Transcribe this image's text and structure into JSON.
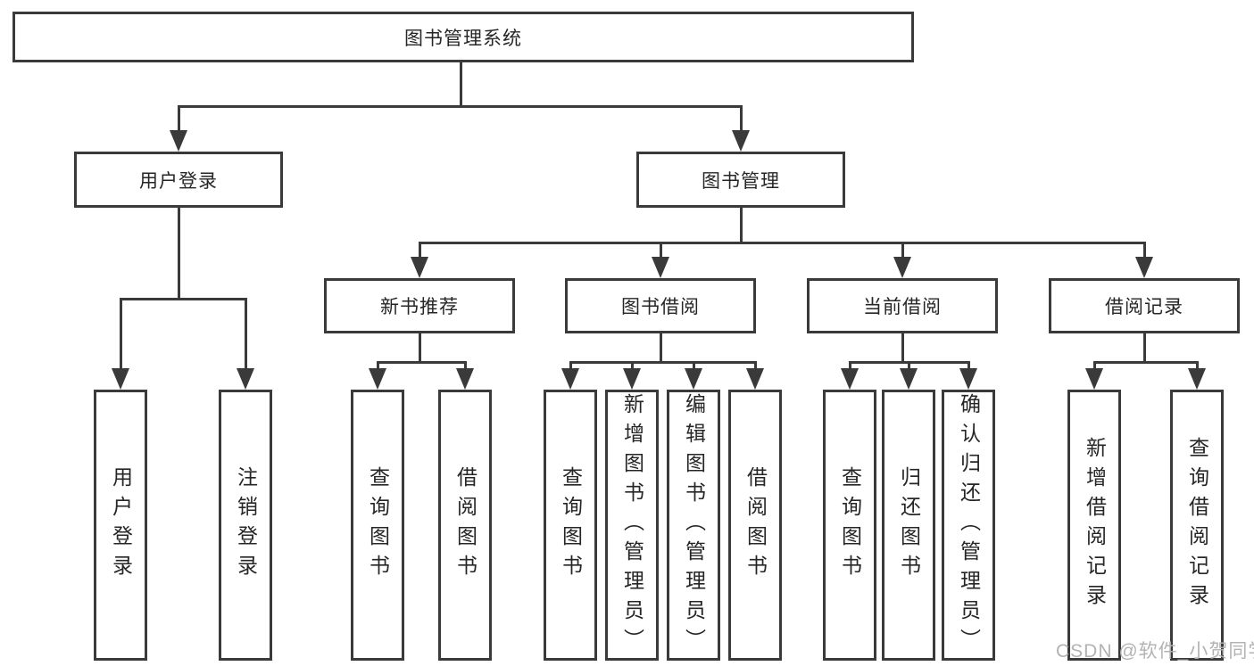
{
  "tree": {
    "label": "图书管理系统",
    "children": [
      {
        "label": "用户登录",
        "children": [
          {
            "label": "用户登录"
          },
          {
            "label": "注销登录"
          }
        ]
      },
      {
        "label": "图书管理",
        "children": [
          {
            "label": "新书推荐",
            "children": [
              {
                "label": "查询图书"
              },
              {
                "label": "借阅图书"
              }
            ]
          },
          {
            "label": "图书借阅",
            "children": [
              {
                "label": "查询图书"
              },
              {
                "label": "新增图书（管理员）"
              },
              {
                "label": "编辑图书（管理员）"
              },
              {
                "label": "借阅图书"
              }
            ]
          },
          {
            "label": "当前借阅",
            "children": [
              {
                "label": "查询图书"
              },
              {
                "label": "归还图书"
              },
              {
                "label": "确认归还（管理员）"
              }
            ]
          },
          {
            "label": "借阅记录",
            "children": [
              {
                "label": "新增借阅记录"
              },
              {
                "label": "查询借阅记录"
              }
            ]
          }
        ]
      }
    ]
  },
  "watermark": {
    "text": "CSDN @软件_小贺同学"
  },
  "colors": {
    "line": "#3a3a3a",
    "node_border": "#3a3a3a",
    "node_text": "#262626",
    "background": "#ffffff",
    "watermark_text": "#b3b3b3"
  }
}
